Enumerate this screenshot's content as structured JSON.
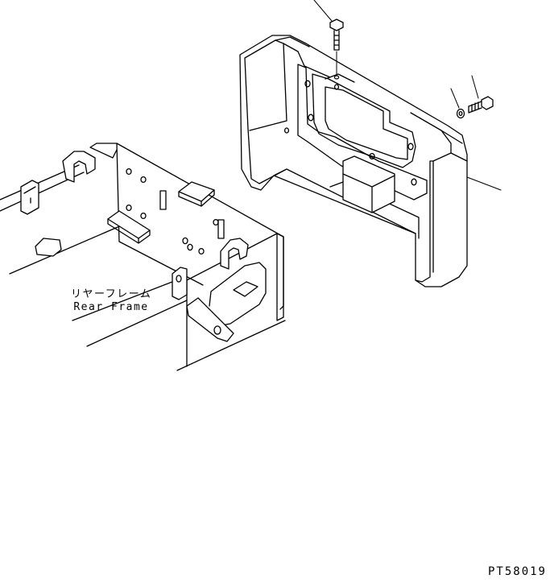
{
  "callout": {
    "part_name_jp": "リヤーフレーム",
    "part_name_en": "Rear Frame"
  },
  "drawing_code": "PT58019",
  "colors": {
    "line": "#000000",
    "background": "#ffffff"
  }
}
